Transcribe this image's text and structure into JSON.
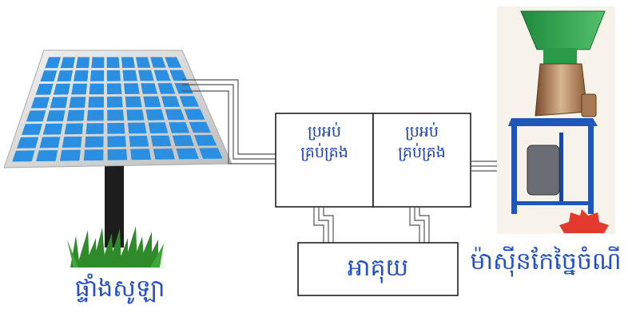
{
  "diagram": {
    "controller_1": {
      "line1": "ប្រអប់",
      "line2": "គ្រប់គ្រង"
    },
    "controller_2": {
      "line1": "ប្រអប់",
      "line2": "គ្រប់គ្រង"
    },
    "battery": {
      "label": "អាគុយ"
    },
    "solar_panel": {
      "label": "ផ្ទាំងសូឡា"
    },
    "machine": {
      "label": "ម៉ាស៊ីនកែច្នៃចំណី"
    }
  }
}
